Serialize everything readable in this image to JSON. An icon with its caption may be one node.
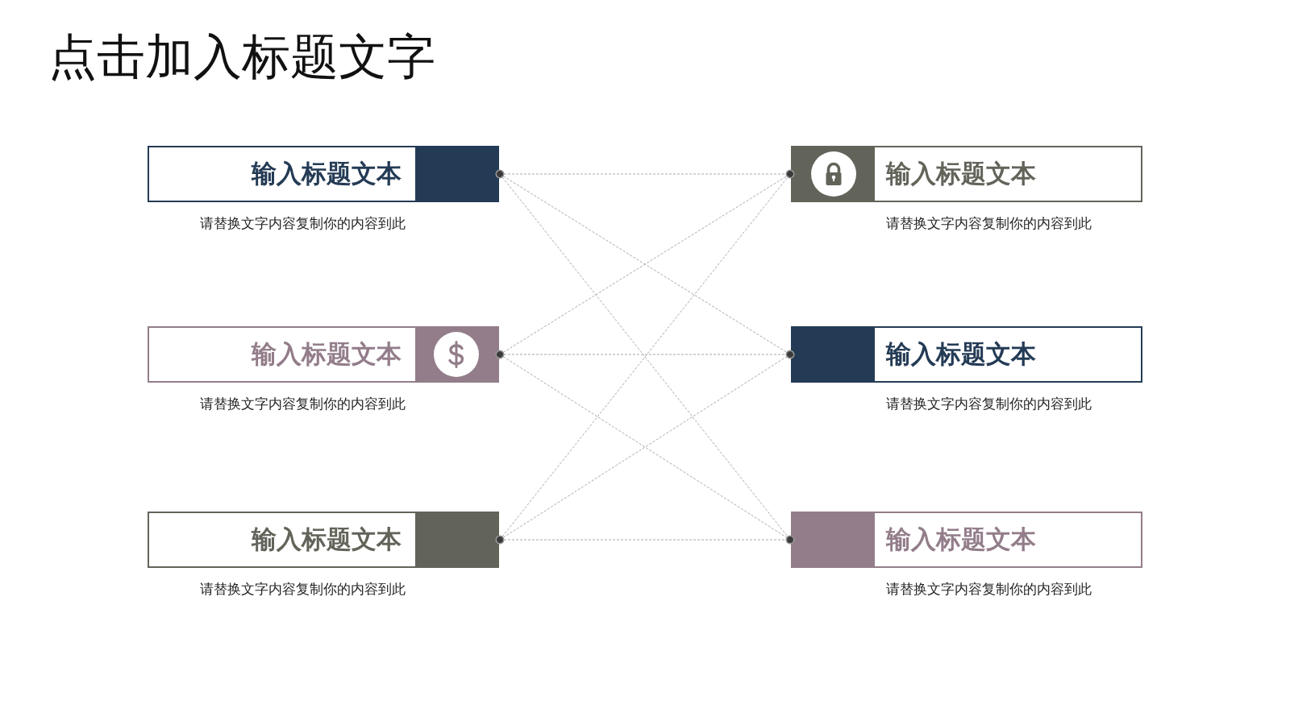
{
  "diagram": {
    "title": "点击加入标题文字",
    "nodes": [
      {
        "text": [
          "输入标题文本"
        ],
        "beside": [
          "请替换文字内容复制你的内容到此"
        ]
      },
      {
        "text": [
          "输入标题文本"
        ],
        "beside": [
          "请替换文字内容复制你的内容到此"
        ]
      },
      {
        "text": [
          "输入标题文本"
        ],
        "beside": [
          "请替换文字内容复制你的内容到此"
        ]
      },
      {
        "text": [
          "输入标题文本"
        ],
        "beside": [
          "请替换文字内容复制你的内容到此"
        ]
      },
      {
        "text": [
          "输入标题文本"
        ],
        "beside": [
          "请替换文字内容复制你的内容到此"
        ]
      },
      {
        "text": [
          "输入标题文本"
        ],
        "beside": [
          "请替换文字内容复制你的内容到此"
        ]
      }
    ],
    "edges": [
      {
        "from": 0,
        "to": 1,
        "arrow": "other",
        "style": "dashed"
      },
      {
        "from": 0,
        "to": 3,
        "arrow": "other",
        "style": "dashed"
      },
      {
        "from": 0,
        "to": 5,
        "arrow": "other",
        "style": "dashed"
      },
      {
        "from": 2,
        "to": 1,
        "arrow": "other",
        "style": "dashed"
      },
      {
        "from": 2,
        "to": 3,
        "arrow": "other",
        "style": "dashed"
      },
      {
        "from": 2,
        "to": 5,
        "arrow": "other",
        "style": "dashed"
      },
      {
        "from": 4,
        "to": 1,
        "arrow": "other",
        "style": "dashed"
      },
      {
        "from": 4,
        "to": 3,
        "arrow": "other",
        "style": "dashed"
      },
      {
        "from": 4,
        "to": 5,
        "arrow": "other",
        "style": "dashed"
      }
    ]
  }
}
